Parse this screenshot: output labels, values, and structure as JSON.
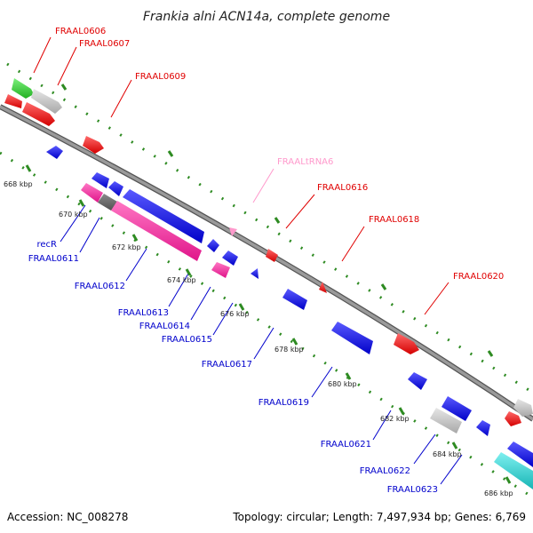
{
  "title": "Frankia alni ACN14a, complete genome",
  "footer": {
    "accession": "Accession: NC_008278",
    "summary": "Topology: circular; Length: 7,497,934 bp; Genes: 6,769"
  },
  "colors": {
    "forward_label": "#e00000",
    "reverse_label": "#0000cc",
    "trna_label": "#ff99cc",
    "backbone": "#888888",
    "dotted_track": "#2e8b22"
  },
  "ticks": [
    "668 kbp",
    "670 kbp",
    "672 kbp",
    "674 kbp",
    "676 kbp",
    "678 kbp",
    "680 kbp",
    "682 kbp",
    "684 kbp",
    "686 kbp"
  ],
  "forward_labels": [
    "FRAAL0606",
    "FRAAL0607",
    "FRAAL0609",
    "FRAALtRNA6",
    "FRAAL0616",
    "FRAAL0618",
    "FRAAL0620"
  ],
  "reverse_labels": [
    "recR",
    "FRAAL0611",
    "FRAAL0612",
    "FRAAL0613",
    "FRAAL0614",
    "FRAAL0615",
    "FRAAL0617",
    "FRAAL0619",
    "FRAAL0621",
    "FRAAL0622",
    "FRAAL0623"
  ]
}
